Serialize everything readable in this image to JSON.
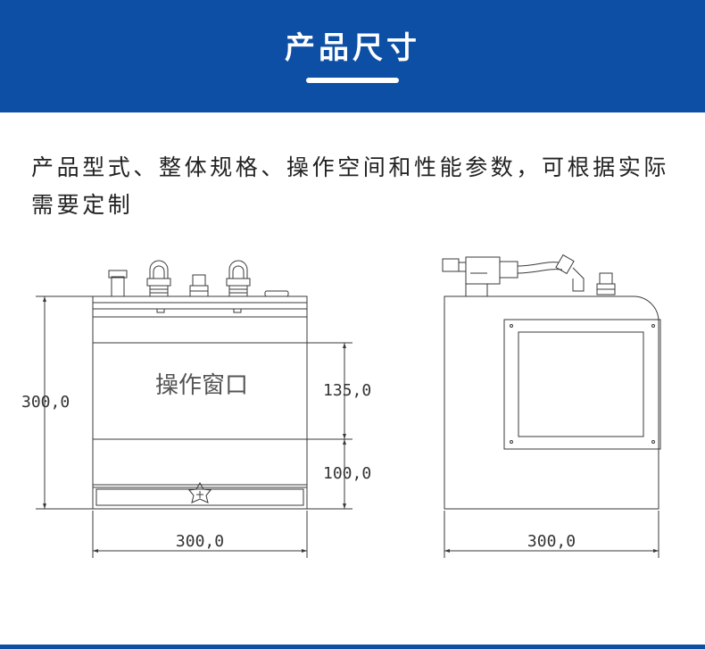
{
  "header": {
    "title": "产品尺寸"
  },
  "description": "产品型式、整体规格、操作空间和性能参数，可根据实际需要定制",
  "front_view": {
    "window_label": "操作窗口",
    "dim_height_total": "300,0",
    "dim_upper": "135,0",
    "dim_lower": "100,0",
    "dim_width": "300,0"
  },
  "side_view": {
    "dim_width": "300,0"
  },
  "colors": {
    "header_blue": "#0e4fa6",
    "line": "#333333"
  }
}
